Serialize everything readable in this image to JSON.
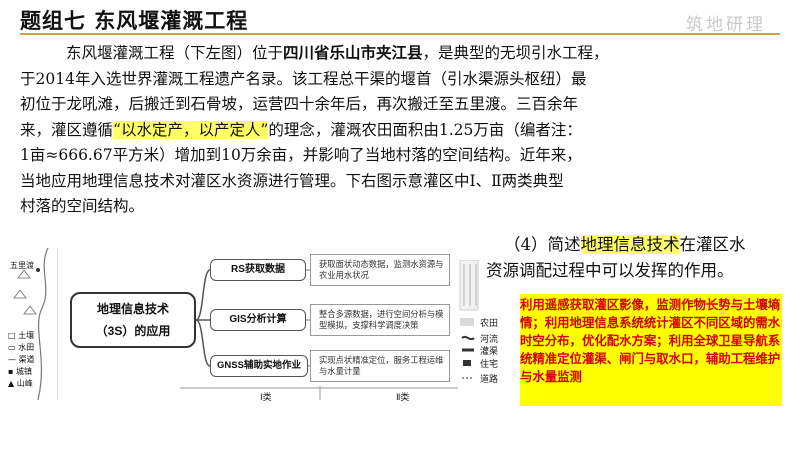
{
  "header": {
    "title": "题组七  东风堰灌溉工程",
    "watermark": "筑地研理"
  },
  "paragraph": {
    "line1_a": "东风堰灌溉工程（下左图）位于",
    "line1_b": "四川省乐山市夹江县",
    "line1_c": "，是典型的无坝引水工程，",
    "line2": "于2014年入选世界灌溉工程遗产名录。该工程总干渠的堰首（引水渠源头枢纽）最",
    "line3": "初位于龙吼滩，后搬迁到石骨坡，运营四十余年后，再次搬迁至五里渡。三百余年",
    "line4_a": "来，灌区遵循",
    "line4_b": "“以水定产，以产定人”",
    "line4_c": "的理念，灌溉农田面积由1.25万亩（编者注：",
    "line5": "1亩≈666.67平方米）增加到10万余亩，并影响了当地村落的空间结构。近年来，",
    "line6": "当地应用地理信息技术对灌区水资源进行管理。下右图示意灌区中Ⅰ、Ⅱ两类典型",
    "line7": "村落的空间结构。"
  },
  "question": {
    "num": "（4）简述",
    "keyword": "地理信息技术",
    "rest1": "在灌区水",
    "line2": "资源调配过程中可以发挥的作用。"
  },
  "answer": {
    "text": "利用遥感获取灌区影像，监测作物长势与土壤墒情；利用地理信息系统统计灌区不同区域的需水时空分布，优化配水方案；利用全球卫星导航系统精准定位灌渠、闸门与取水口，辅助工程维护与水量监测"
  },
  "diagram": {
    "center_line1": "地理信息技术",
    "center_line2": "（3S）的应用",
    "methods": [
      {
        "label": "RS获取数据",
        "desc": "获取面状动态数据，监测水资源与农业用水状况"
      },
      {
        "label": "GIS分析计算",
        "desc": "整合多源数据，进行空间分析与模型模拟，支撑科学调度决策"
      },
      {
        "label": "GNSS辅助实地作业",
        "desc": "实现点状精准定位，服务工程运维与水量计量"
      }
    ]
  },
  "map": {
    "place1": "五里渡",
    "place2": "山峰",
    "legend": [
      "土壤",
      "水田",
      "渠道",
      "城镇"
    ]
  },
  "village": {
    "type1": "Ⅰ类",
    "type2": "Ⅱ类",
    "legend": [
      "农田",
      "河流",
      "灌渠",
      "住宅",
      "道路"
    ]
  },
  "colors": {
    "highlight": "#ffff66",
    "answer_bg": "#ffff00",
    "answer_text": "#d40000",
    "rule": "#c9a43a"
  }
}
